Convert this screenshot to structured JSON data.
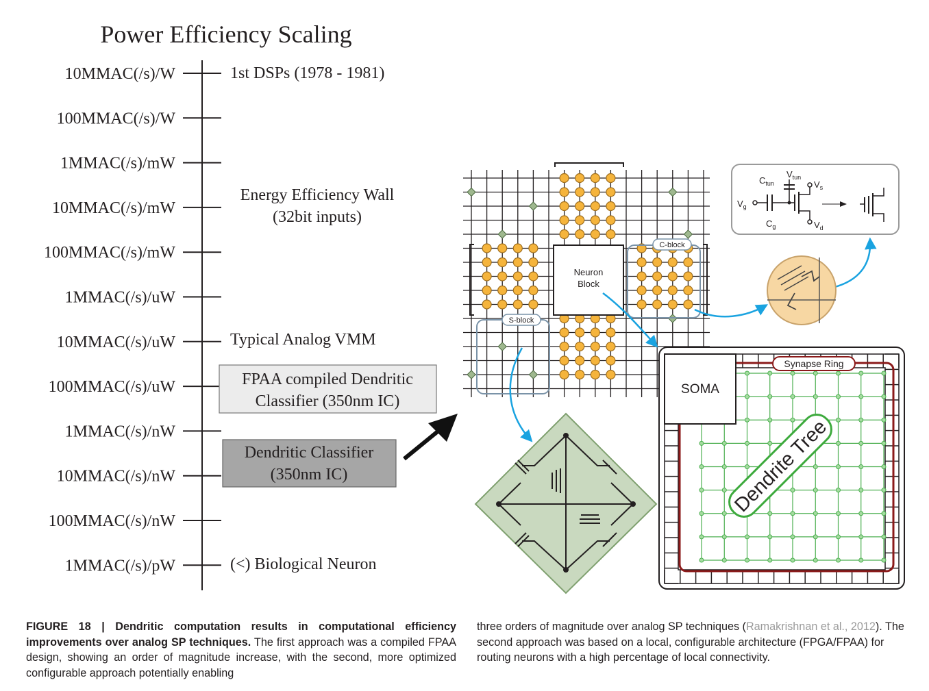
{
  "figure": {
    "title": "Power Efficiency Scaling",
    "scale_labels": [
      "10MMAC(/s)/W",
      "100MMAC(/s)/W",
      "1MMAC(/s)/mW",
      "10MMAC(/s)/mW",
      "100MMAC(/s)/mW",
      "1MMAC(/s)/uW",
      "10MMAC(/s)/uW",
      "100MMAC(/s)/uW",
      "1MMAC(/s)/nW",
      "10MMAC(/s)/nW",
      "100MMAC(/s)/nW",
      "1MMAC(/s)/pW"
    ],
    "annotations": {
      "dsps": "1st DSPs (1978 - 1981)",
      "wall_line1": "Energy Efficiency Wall",
      "wall_line2": "(32bit inputs)",
      "analog_vmm": "Typical  Analog VMM",
      "bio_neuron": "(<) Biological Neuron"
    },
    "fpaa_box": {
      "line1": "FPAA compiled Dendritic",
      "line2": "Classifier (350nm IC)"
    },
    "dendritic_box": {
      "line1": "Dendritic Classifier",
      "line2": "(350nm IC)"
    },
    "fabric": {
      "neuron_block_line1": "Neuron",
      "neuron_block_line2": "Block",
      "c_block": "C-block",
      "s_block": "S-block"
    },
    "circuit": {
      "c_tun": "C",
      "c_tun_sub": "tun",
      "v_tun": "V",
      "v_tun_sub": "tun",
      "v_s": "V",
      "v_s_sub": "s",
      "v_g": "V",
      "v_g_sub": "g",
      "c_g": "C",
      "c_g_sub": "g",
      "v_d": "V",
      "v_d_sub": "d"
    },
    "neuron": {
      "soma": "SOMA",
      "synapse_ring": "Synapse Ring",
      "dendrite_tree": "Dendrite Tree"
    },
    "colors": {
      "node_orange": "#f5b43c",
      "switch_green": "#9fb88f",
      "arrow_blue": "#1aa3e0",
      "ring_red": "#8b1a1a",
      "dendrite_green": "#4caf50",
      "gray_box_dark": "#a6a6a6",
      "gray_box_light": "#ececec",
      "orange_circle": "#f7d7a3",
      "diamond_green": "#c9d9bf"
    }
  },
  "caption": {
    "label": "FIGURE 18 | Dendritic computation results in computational efficiency improvements over analog SP techniques.",
    "left_text": " The first approach was a compiled FPAA design, showing an order of magnitude increase, with the second, more optimized configurable approach potentially enabling",
    "right_text_1": "three orders of magnitude over analog SP techniques (",
    "right_ref": "Ramakrishnan et al., 2012",
    "right_text_2": "). The second approach was based on a local, configurable architecture (FPGA/FPAA) for routing neurons with a high percentage of local connectivity."
  }
}
